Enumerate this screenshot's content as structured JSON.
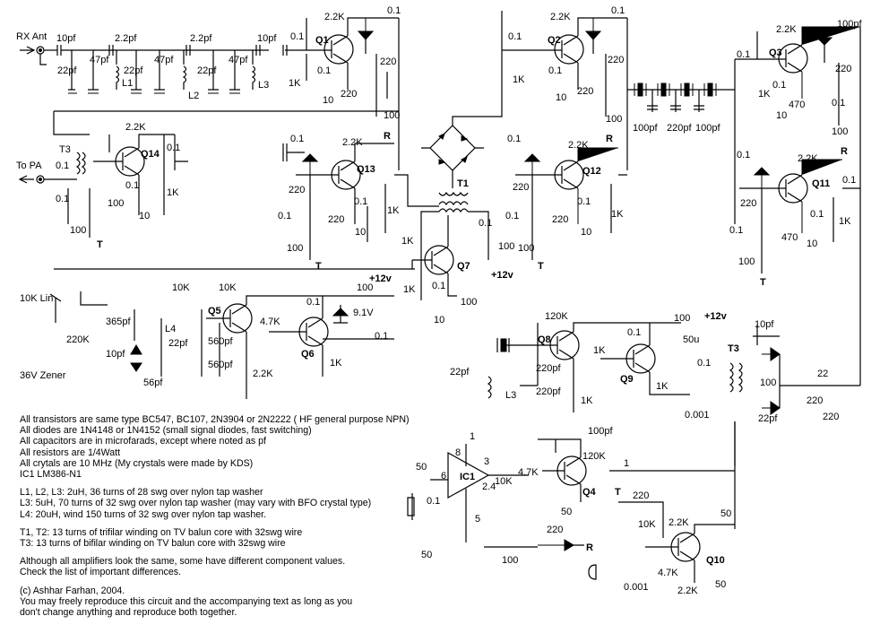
{
  "labels": {
    "rx_ant": "RX Ant",
    "to_pa": "To PA",
    "q1": "Q1",
    "q2": "Q2",
    "q3": "Q3",
    "q4": "Q4",
    "q5": "Q5",
    "q6": "Q6",
    "q7": "Q7",
    "q8": "Q8",
    "q9": "Q9",
    "q10": "Q10",
    "q11": "Q11",
    "q12": "Q12",
    "q13": "Q13",
    "q14": "Q14",
    "ic1": "IC1",
    "t1": "T1",
    "t3a": "T3",
    "t3b": "T3",
    "l1": "L1",
    "l2": "L2",
    "l3a": "L3",
    "l3b": "L3",
    "l4": "L4",
    "p12a": "+12v",
    "p12b": "+12v",
    "p12c": "+12v",
    "r_a": "R",
    "r_b": "R",
    "r_c": "R",
    "r_d": "R",
    "t_a": "T",
    "t_b": "T",
    "t_c": "T",
    "t_d": "T",
    "pin1": "1",
    "pin2": "2",
    "pin3": "3",
    "pin4": "4",
    "pin5": "5",
    "pin6": "6",
    "pin8": "8",
    "c10pf": "10pf",
    "c22pf_a": "22pf",
    "c47pf_a": "47pf",
    "c22_2pf": "2.2pf",
    "c22pf_b": "22pf",
    "c47pf_b": "47pf",
    "c22_2pf_b": "2.2pf",
    "c22pf_c": "22pf",
    "c47pf_c": "47pf",
    "c10pf_b": "10pf",
    "c01_a": "0.1",
    "c01_b": "0.1",
    "c01_c": "0.1",
    "c01_d": "0.1",
    "r22k_a": "2.2K",
    "r22k_b": "2.2K",
    "r22k_c": "2.2K",
    "r22k_d": "2.2K",
    "r22k_e": "2.2K",
    "r1k_a": "1K",
    "r1k_b": "1K",
    "r1k_c": "1K",
    "r1k_d": "1K",
    "r1k_e": "1K",
    "r220_a": "220",
    "r220_b": "220",
    "r220_c": "220",
    "r220_d": "220",
    "r220_e": "220",
    "c100_a": "100",
    "c100_b": "100",
    "c100_c": "100",
    "c100_d": "100",
    "c10_a": "10",
    "c10_b": "10",
    "c10_c": "10",
    "c10_d": "10",
    "c100pf_top": "100pf",
    "c100pf_a": "100pf",
    "c220pf": "220pf",
    "c100pf_b": "100pf",
    "r470_a": "470",
    "r470_b": "470",
    "r10k_lin": "10K Lin",
    "r220k": "220K",
    "r10k_a": "10K",
    "r10k_b": "10K",
    "c365pf": "365pf",
    "c10pf_c": "10pf",
    "c22pf_d": "22pf",
    "c560pf_a": "560pf",
    "c560pf_b": "560pf",
    "c56pf": "56pf",
    "zener36": "36V Zener",
    "r47k": "4.7K",
    "r22k_f": "2.2K",
    "r1k_f": "1K",
    "c01_e": "0.1",
    "c01_f": "0.1",
    "r100_a": "100",
    "z91": "9.1V",
    "r120k": "120K",
    "r1k_g": "1K",
    "c01_g": "0.1",
    "r100_b": "100",
    "c50u": "50u",
    "c22pf_e": "22pf",
    "c220pf_a": "220pf",
    "c220pf_b": "220pf",
    "r1k_h": "1K",
    "r1k_i": "1K",
    "c10pf_d": "10pf",
    "r100_c": "100",
    "r22": "22",
    "r220_f": "220",
    "r220_g": "220",
    "c0001": "0.001",
    "c22pf_f": "22pf",
    "c100pf_c": "100pf",
    "r120k_b": "120K",
    "r47k_b": "4.7K",
    "r10k_c": "10K",
    "c1": "1",
    "c50_a": "50",
    "c01_h": "0.1",
    "c24": "2.4",
    "c50_b": "50",
    "r220_h": "220",
    "r100_d": "100",
    "c50_c": "50",
    "r220_i": "220",
    "r10k_d": "10K",
    "r22k_g": "2.2K",
    "c50_d": "50",
    "r47k_c": "4.7K",
    "r22k_h": "2.2K",
    "c0001_b": "0.001"
  },
  "notes": [
    "All transistors are same type BC547, BC107, 2N3904 or 2N2222 ( HF general purpose NPN)",
    "All diodes are 1N4148 or 1N4152 (small signal diodes, fast switching)",
    "All capacitors are in microfarads, except where noted as pf",
    "All resistors are 1/4Watt",
    "All crytals are 10 MHz (My crystals were made by KDS)",
    "IC1 LM386-N1",
    "",
    "L1, L2, L3: 2uH, 36 turns of 28 swg over nylon tap washer",
    "L3: 5uH, 70 turns of 32 swg over nylon tap washer (may vary with BFO crystal type)",
    "L4: 20uH, wind 150 turns of 32 swg over nylon   tap washer.",
    "",
    "T1, T2: 13 turns of trifilar winding on TV balun core with 32swg wire",
    "T3: 13 turns of bifilar winding on TV balun core with 32swg wire",
    "",
    "Although all amplifiers look the same, some have different component values.",
    "Check the list of important differences.",
    "",
    "(c) Ashhar Farhan, 2004.",
    "You may freely reproduce this circuit and the accompanying text as long as you",
    "don't change anything and reproduce both together."
  ]
}
